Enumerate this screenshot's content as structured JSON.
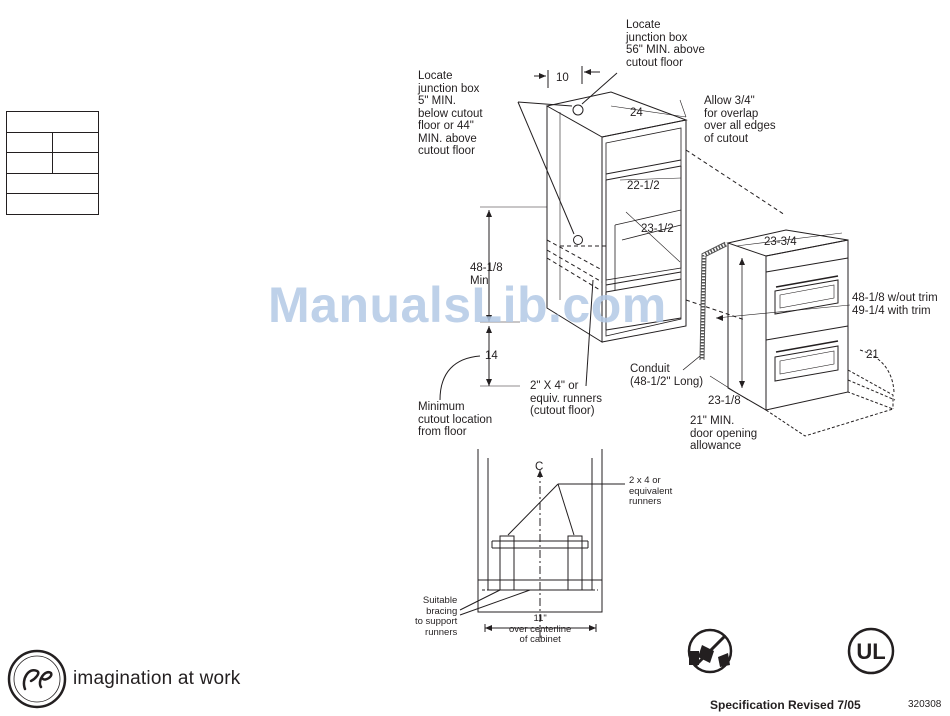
{
  "labels": {
    "jbox_top": "Locate\njunction box\n56\" MIN. above\ncutout floor",
    "jbox_left": "Locate\njunction box\n5\" MIN.\nbelow cutout\nfloor or 44\"\nMIN. above\ncutout floor",
    "dim_10": "10",
    "dim_24": "24",
    "allow": "Allow 3/4\"\nfor overlap\nover all edges\nof cutout",
    "dim_22_1_2": "22-1/2",
    "dim_23_1_2": "23-1/2",
    "dim_23_3_4": "23-3/4",
    "dim_48_1_8_min": "48-1/8\nMin",
    "trim": "48-1/8 w/out trim\n49-1/4 with trim",
    "dim_14": "14",
    "runners": "2\" X 4\" or\nequiv. runners\n(cutout floor)",
    "conduit": "Conduit\n(48-1/2\" Long)",
    "dim_21": "21",
    "dim_23_1_8": "23-1/8",
    "door_allow": "21\" MIN.\ndoor opening\nallowance",
    "min_cutout": "Minimum\ncutout location\nfrom floor",
    "runners_small": "2 x 4 or\nequivalent\nrunners",
    "bracing": "Suitable\nbracing\nto support\nrunners",
    "centerline": "11\"\nover centerline\nof cabinet",
    "cl_symbol": "C"
  },
  "watermark": "ManualsLib.com",
  "brand": {
    "logo_text": "GE",
    "tagline": "imagination at work"
  },
  "footer": {
    "spec_revised": "Specification Revised 7/05",
    "doc_number": "320308"
  },
  "badges": {
    "ul": "UL"
  },
  "colors": {
    "ink": "#231f20",
    "watermark": "#b3c9e6"
  }
}
